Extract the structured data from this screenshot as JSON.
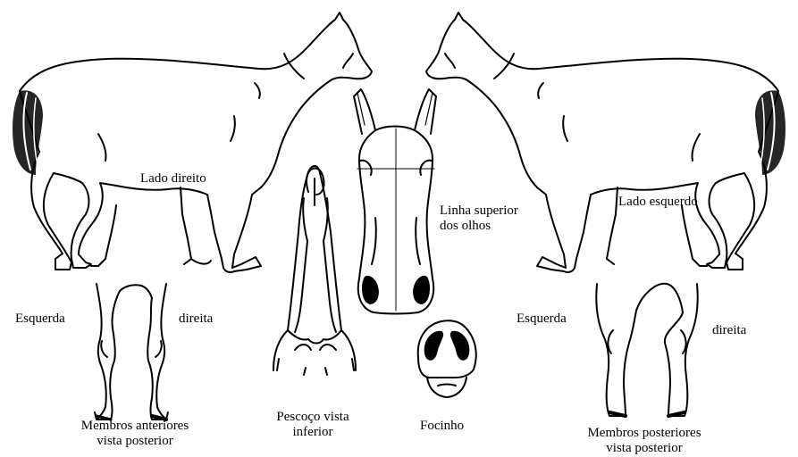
{
  "labels": {
    "right_side": "Lado direito",
    "left_side": "Lado esquerdo",
    "eye_line": [
      "Linha superior",
      "dos olhos"
    ],
    "front_left": "Esquerda",
    "front_right": "direita",
    "front_caption": [
      "Membros anteriores",
      "vista posterior"
    ],
    "neck_caption": [
      "Pescoço vista",
      "inferior"
    ],
    "muzzle_caption": "Focinho",
    "hind_left": "Esquerda",
    "hind_right": "direita",
    "hind_caption": [
      "Membros posteriores",
      "vista posterior"
    ]
  }
}
